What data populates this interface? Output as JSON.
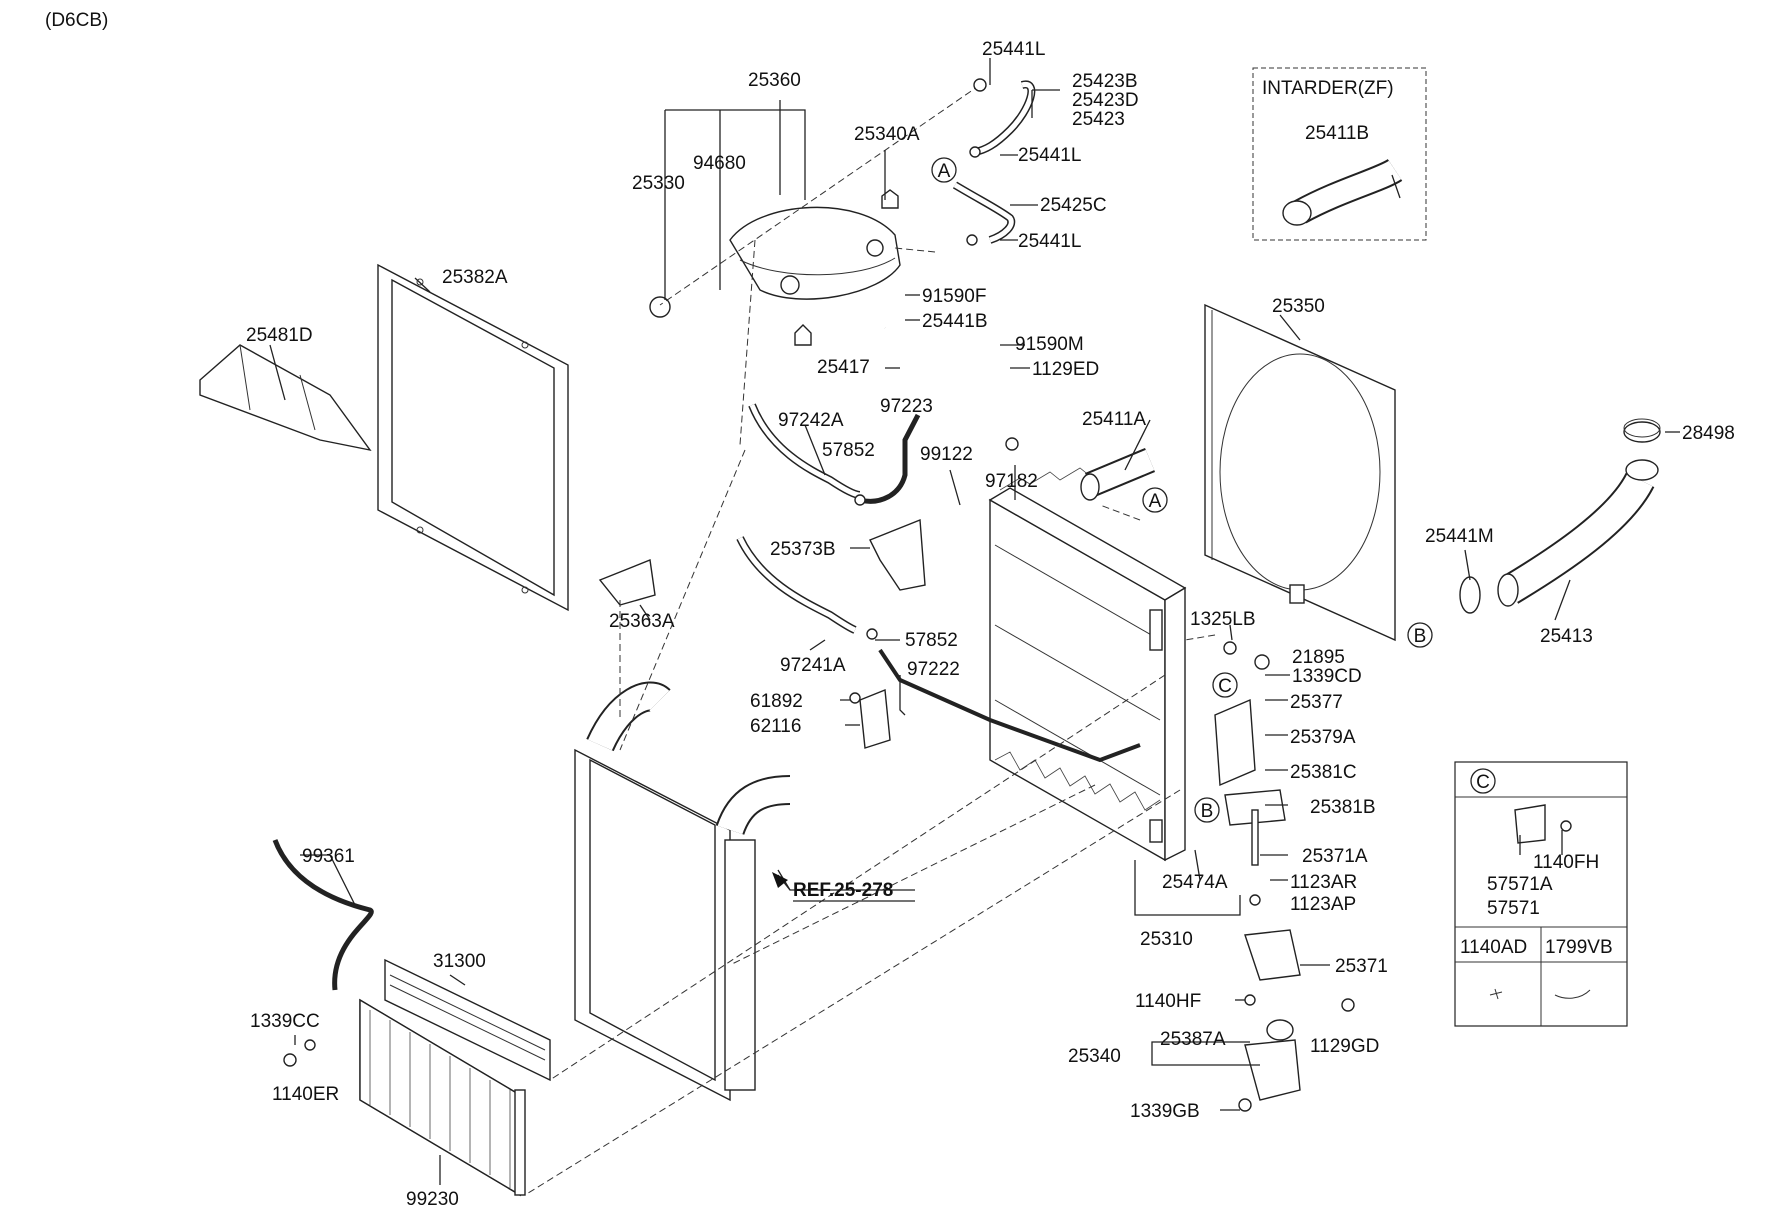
{
  "diagram": {
    "engine_code": "(D6CB)",
    "ref_label": "REF.25-278",
    "intarder": {
      "title": "INTARDER(ZF)",
      "part": "25411B"
    },
    "legend": {
      "circle_letter": "C",
      "parts": [
        "1140FH",
        "57571A",
        "57571"
      ],
      "cols": [
        "1140AD",
        "1799VB"
      ]
    },
    "callouts": {
      "a1": "A",
      "a2": "A",
      "b1": "B",
      "b2": "B",
      "c1": "C"
    },
    "labels": {
      "p25360": "25360",
      "p25441L_1": "25441L",
      "p25423B": "25423B",
      "p25423D": "25423D",
      "p25423": "25423",
      "p25340A": "25340A",
      "p94680": "94680",
      "p25330": "25330",
      "p25441L_2": "25441L",
      "p25425C": "25425C",
      "p25441L_3": "25441L",
      "p25382A": "25382A",
      "p25481D": "25481D",
      "p91590F": "91590F",
      "p25441B": "25441B",
      "p91590M": "91590M",
      "p25417": "25417",
      "p1129ED": "1129ED",
      "p25350": "25350",
      "p97242A": "97242A",
      "p97223": "97223",
      "p25411A": "25411A",
      "p28498": "28498",
      "p57852_1": "57852",
      "p99122": "99122",
      "p97182": "97182",
      "p25373B": "25373B",
      "p25441M": "25441M",
      "p25363A": "25363A",
      "p1325LB": "1325LB",
      "p25413": "25413",
      "p97241A": "97241A",
      "p57852_2": "57852",
      "p21895": "21895",
      "p1339CD": "1339CD",
      "p97222": "97222",
      "p61892": "61892",
      "p25377": "25377",
      "p62116": "62116",
      "p25379A": "25379A",
      "p25381C": "25381C",
      "p25381B": "25381B",
      "p99361": "99361",
      "p25371A": "25371A",
      "p25474A": "25474A",
      "p1123AR": "1123AR",
      "p1123AP": "1123AP",
      "p25310": "25310",
      "p31300": "31300",
      "p25371": "25371",
      "p1140HF": "1140HF",
      "p1339CC": "1339CC",
      "p25387A": "25387A",
      "p25340": "25340",
      "p1129GD": "1129GD",
      "p1140ER": "1140ER",
      "p1339GB": "1339GB",
      "p99230": "99230"
    }
  }
}
